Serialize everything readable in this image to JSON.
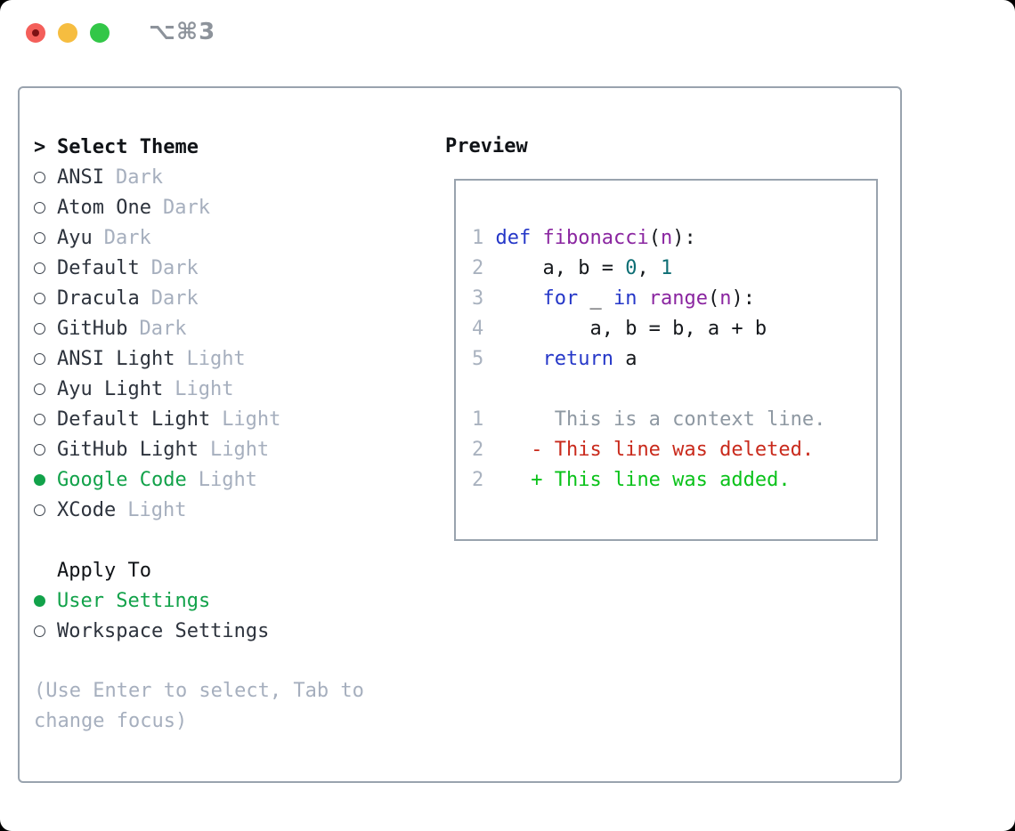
{
  "window": {
    "title": "⌥⌘3"
  },
  "colors": {
    "accent-green": "#12a24a",
    "added-green": "#0ac21a",
    "deleted-red": "#c92a1c",
    "keyword-blue": "#2537c8",
    "function-purple": "#8a25a0",
    "number-teal": "#0d6e74",
    "border-gray": "#99a3ae",
    "muted-gray": "#a6afbe",
    "traffic-red": "#f45f5a",
    "traffic-yellow": "#f6bd40",
    "traffic-green": "#33c748"
  },
  "theme_selector": {
    "header": {
      "cursor": ">",
      "label": "Select Theme"
    },
    "themes": [
      {
        "name": "ANSI",
        "variant": "Dark",
        "selected": false
      },
      {
        "name": "Atom One",
        "variant": "Dark",
        "selected": false
      },
      {
        "name": "Ayu",
        "variant": "Dark",
        "selected": false
      },
      {
        "name": "Default",
        "variant": "Dark",
        "selected": false
      },
      {
        "name": "Dracula",
        "variant": "Dark",
        "selected": false
      },
      {
        "name": "GitHub",
        "variant": "Dark",
        "selected": false
      },
      {
        "name": "ANSI Light",
        "variant": "Light",
        "selected": false
      },
      {
        "name": "Ayu Light",
        "variant": "Light",
        "selected": false
      },
      {
        "name": "Default Light",
        "variant": "Light",
        "selected": false
      },
      {
        "name": "GitHub Light",
        "variant": "Light",
        "selected": false
      },
      {
        "name": "Google Code",
        "variant": "Light",
        "selected": true
      },
      {
        "name": "XCode",
        "variant": "Light",
        "selected": false
      }
    ],
    "apply_to": {
      "label": "Apply To",
      "options": [
        {
          "name": "User Settings",
          "selected": true
        },
        {
          "name": "Workspace Settings",
          "selected": false
        }
      ]
    },
    "hint_lines": [
      "(Use Enter to select, Tab to",
      "change focus)"
    ]
  },
  "preview": {
    "title": "Preview",
    "lines": [
      {
        "segments": [
          {
            "text": "1 ",
            "cls": "ln"
          },
          {
            "text": "def",
            "cls": "kw"
          },
          {
            "text": " ",
            "cls": "pl"
          },
          {
            "text": "fibonacci",
            "cls": "fn"
          },
          {
            "text": "(",
            "cls": "pl"
          },
          {
            "text": "n",
            "cls": "fn"
          },
          {
            "text": "):",
            "cls": "pl"
          }
        ]
      },
      {
        "segments": [
          {
            "text": "2 ",
            "cls": "ln"
          },
          {
            "text": "    a, b = ",
            "cls": "pl"
          },
          {
            "text": "0",
            "cls": "num"
          },
          {
            "text": ", ",
            "cls": "pl"
          },
          {
            "text": "1",
            "cls": "num"
          }
        ]
      },
      {
        "segments": [
          {
            "text": "3 ",
            "cls": "ln"
          },
          {
            "text": "    ",
            "cls": "pl"
          },
          {
            "text": "for",
            "cls": "kw"
          },
          {
            "text": " _ ",
            "cls": "pl"
          },
          {
            "text": "in",
            "cls": "kw"
          },
          {
            "text": " ",
            "cls": "pl"
          },
          {
            "text": "range",
            "cls": "fn"
          },
          {
            "text": "(",
            "cls": "pl"
          },
          {
            "text": "n",
            "cls": "fn"
          },
          {
            "text": "):",
            "cls": "pl"
          }
        ]
      },
      {
        "segments": [
          {
            "text": "4 ",
            "cls": "ln"
          },
          {
            "text": "        a, b = b, a + b",
            "cls": "pl"
          }
        ]
      },
      {
        "segments": [
          {
            "text": "5 ",
            "cls": "ln"
          },
          {
            "text": "    ",
            "cls": "pl"
          },
          {
            "text": "return",
            "cls": "kw"
          },
          {
            "text": " a",
            "cls": "pl"
          }
        ]
      },
      {
        "segments": []
      },
      {
        "segments": [
          {
            "text": "1    ",
            "cls": "ln"
          },
          {
            "text": "  This is a context line.",
            "cls": "ctx"
          }
        ]
      },
      {
        "segments": [
          {
            "text": "2    ",
            "cls": "ln"
          },
          {
            "text": "- This line was deleted.",
            "cls": "del"
          }
        ]
      },
      {
        "segments": [
          {
            "text": "2    ",
            "cls": "ln"
          },
          {
            "text": "+ This line was added.",
            "cls": "add"
          }
        ]
      }
    ]
  }
}
